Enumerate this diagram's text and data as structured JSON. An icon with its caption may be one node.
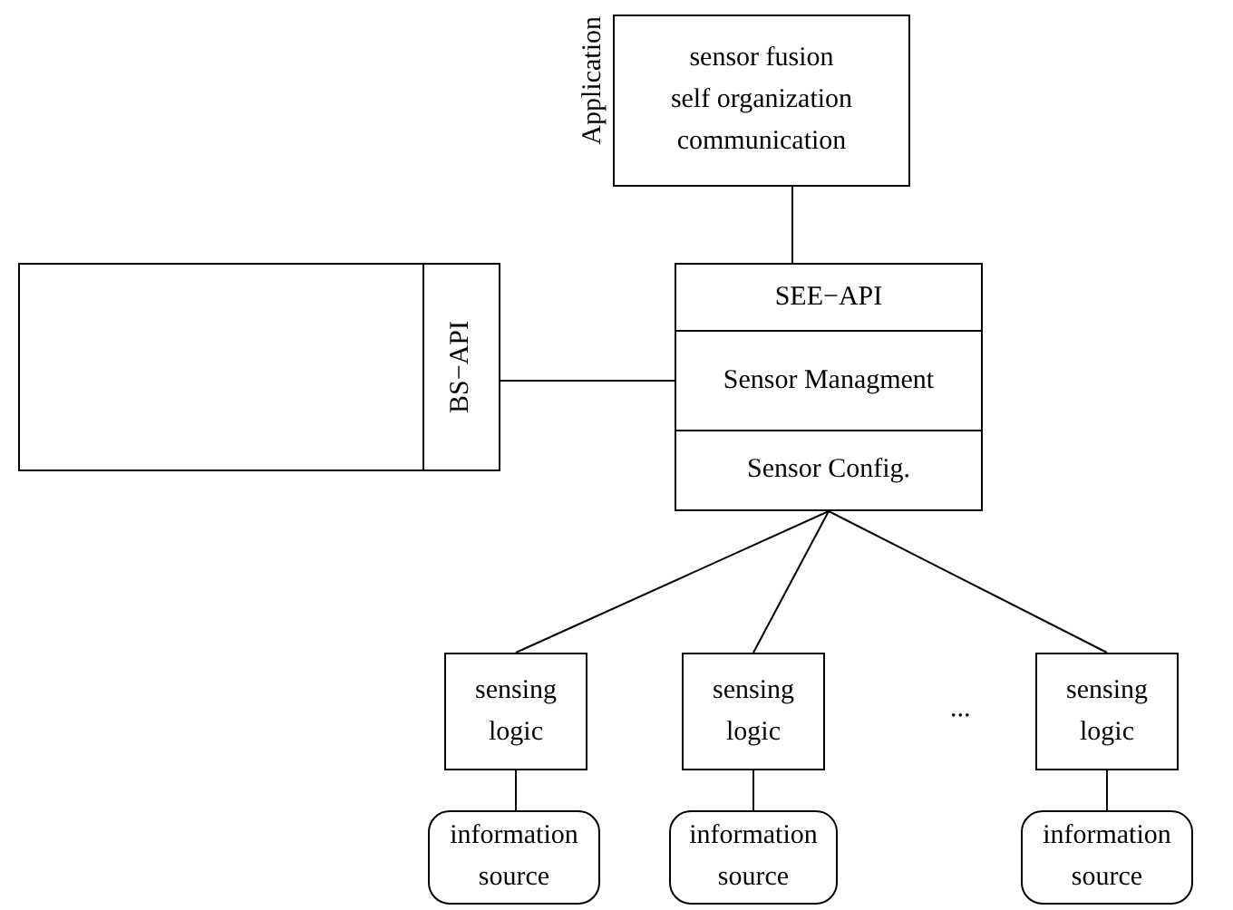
{
  "diagram": {
    "nodes": [
      {
        "text": [
          "sensor fusion",
          "self organization",
          "communication"
        ],
        "beside": [
          "Application"
        ]
      },
      {
        "text": [],
        "shape": "box"
      },
      {
        "text": [
          "BS−API"
        ],
        "in": 1
      },
      {
        "text": [
          "SEE−API"
        ]
      },
      {
        "text": [
          "Sensor Managment"
        ]
      },
      {
        "text": [
          "Sensor Config."
        ]
      },
      {
        "text": [
          "sensing logic"
        ]
      },
      {
        "text": [
          "sensing logic"
        ]
      },
      {
        "text": [
          "sensing logic"
        ]
      },
      {
        "text": [
          "information source"
        ]
      },
      {
        "text": [
          "information source"
        ]
      },
      {
        "text": [
          "information source"
        ]
      }
    ],
    "edges": [
      {
        "from": 0,
        "to": 3,
        "arrow": "none"
      },
      {
        "from": 2,
        "to": 4,
        "arrow": "none"
      },
      {
        "from": 5,
        "to": 6,
        "arrow": "none"
      },
      {
        "from": 5,
        "to": 7,
        "arrow": "none"
      },
      {
        "from": 5,
        "to": 8,
        "arrow": "none"
      },
      {
        "from": 6,
        "to": 9,
        "arrow": "none"
      },
      {
        "from": 7,
        "to": 10,
        "arrow": "none"
      },
      {
        "from": 8,
        "to": 11,
        "arrow": "none"
      }
    ],
    "labels": [
      "..."
    ]
  }
}
